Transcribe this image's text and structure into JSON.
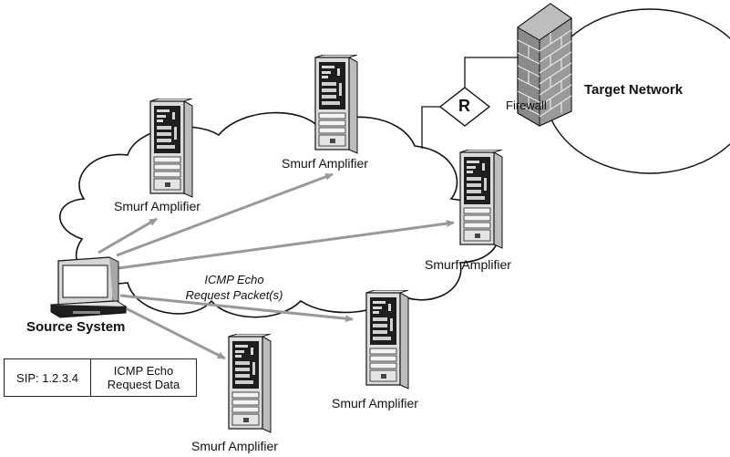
{
  "labels": {
    "source_system": "Source System",
    "target_network": "Target Network",
    "firewall": "Firewall",
    "router": "R",
    "icmp_line1": "ICMP Echo",
    "icmp_line2": "Request Packet(s)",
    "amplifiers": [
      "Smurf Amplifier",
      "Smurf Amplifier",
      "Smurf Amplifier",
      "Smurf Amplifier",
      "Smurf Amplifier"
    ]
  },
  "packet": {
    "sip": "SIP: 1.2.3.4",
    "data_line1": "ICMP Echo",
    "data_line2": "Request Data"
  },
  "colors": {
    "arrow": "#999999",
    "server_body": "#dcdcdc",
    "server_dark": "#222222",
    "brick": "#8a8a8a",
    "outline": "#111111"
  },
  "icons": {
    "server": "server-tower-icon",
    "workstation": "desktop-computer-icon",
    "firewall": "brick-wall-icon",
    "router": "router-diamond-icon"
  }
}
